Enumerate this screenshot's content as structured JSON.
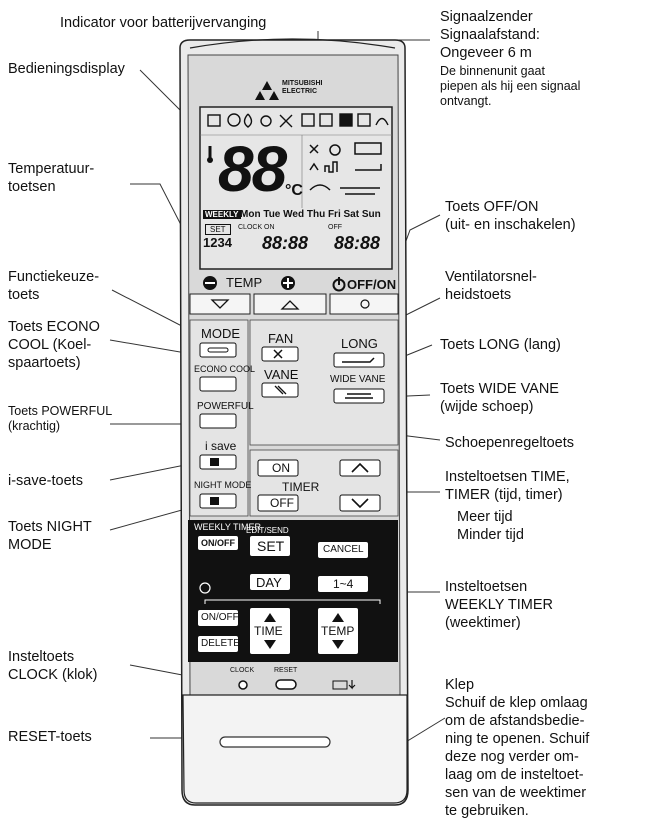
{
  "annotations": {
    "battery": "Indicator voor batterijvervanging",
    "display": "Bedieningsdisplay",
    "temp_keys": "Temperatuur-\ntoetsen",
    "function": "Functiekeuze-\ntoets",
    "econo": "Toets ECONO\nCOOL (Koel-\nspaartoets)",
    "powerful": "Toets POWERFUL\n(krachtig)",
    "isave": "i-save-toets",
    "night": "Toets NIGHT\nMODE",
    "clock": "Insteltoets\nCLOCK (klok)",
    "reset": "RESET-toets",
    "signal_title": "Signaalzender\nSignaalafstand:\nOngeveer 6 m",
    "signal_note": "De binnenunit gaat\npiepen als hij een signaal\nontvangt.",
    "offon": "Toets OFF/ON\n(uit- en inschakelen)",
    "fanspeed": "Ventilatorsnel-\nheidstoets",
    "long": "Toets LONG (lang)",
    "widevane": "Toets WIDE VANE\n(wijde schoep)",
    "vane": "Schoepenregeltoets",
    "time_timer": "Insteltoetsen TIME,\nTIMER (tijd, timer)",
    "more_less": "Meer tijd\nMinder tijd",
    "weekly": "Insteltoetsen\nWEEKLY TIMER\n(weektimer)",
    "klep": "Klep\nSchuif de klep omlaag\nom de afstandsbedie-\nning te openen. Schuif\ndeze nog verder om-\nlaag om de insteltoet-\nsen van de weektimer\nte gebruiken."
  },
  "remote": {
    "brand": "MITSUBISHI\nELECTRIC",
    "temp_digits": "88",
    "unit": "°C",
    "weekly_badge": "WEEKLY",
    "days": "Mon Tue Wed Thu Fri Sat Sun",
    "set_badge": "SET",
    "clock_on": "CLOCK ON",
    "off_small": "OFF",
    "numbers": "1234",
    "time1": "88:88",
    "time2": "88:88",
    "temp_label": "TEMP",
    "offon_label": "OFF/ON",
    "mode": "MODE",
    "econo": "ECONO COOL",
    "powerful": "POWERFUL",
    "isave": "i save",
    "night": "NIGHT MODE",
    "fan": "FAN",
    "vane": "VANE",
    "long": "LONG",
    "widevane": "WIDE VANE",
    "on": "ON",
    "timer": "TIMER",
    "off": "OFF",
    "weekly_timer": "WEEKLY TIMER",
    "onoff": "ON/OFF",
    "edit_send": "EDIT/SEND",
    "set": "SET",
    "cancel": "CANCEL",
    "day": "DAY",
    "range": "1~4",
    "onoff2": "ON/OFF",
    "delete": "DELETE",
    "time": "TIME",
    "temp": "TEMP",
    "clock": "CLOCK",
    "reset": "RESET"
  }
}
